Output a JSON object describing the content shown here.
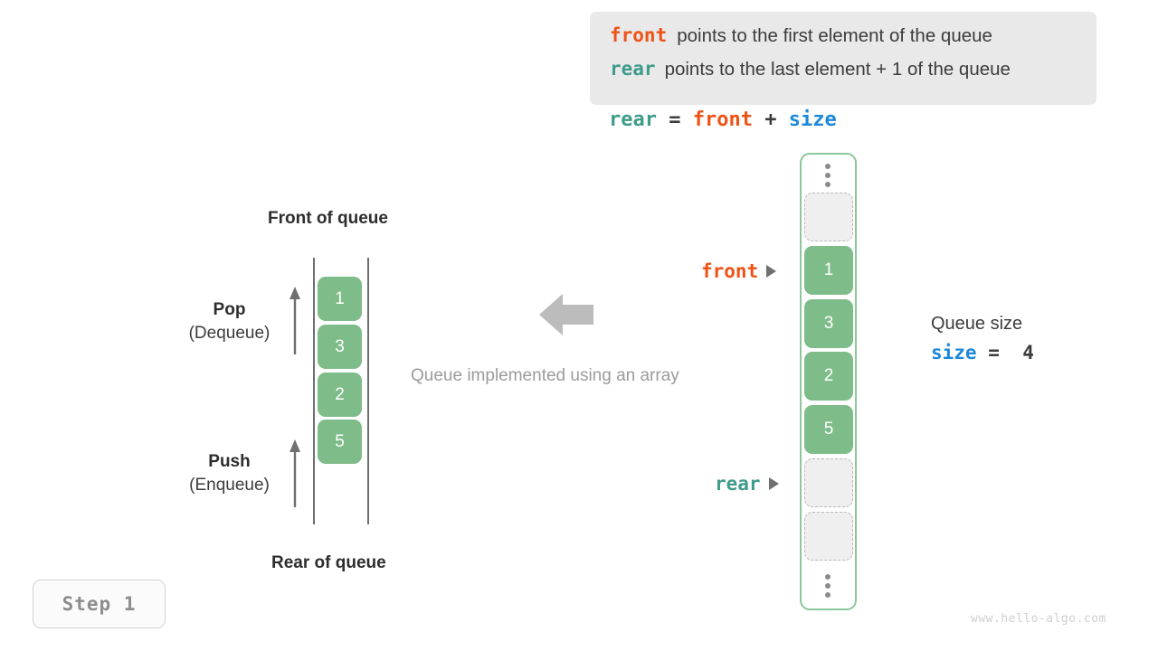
{
  "note": {
    "lines": [
      {
        "keyword": "front",
        "text": "points to the first element of the queue",
        "color": "#ee5316"
      },
      {
        "keyword": "rear",
        "text": "points to the last element + 1 of the queue",
        "color": "#3e9c8a"
      }
    ]
  },
  "formula": {
    "lhs": "rear",
    "eq": "=",
    "rhs1": "front",
    "plus": "+",
    "rhs2": "size"
  },
  "left_queue": {
    "front_label": "Front of queue",
    "rear_label": "Rear of queue",
    "cells": [
      "1",
      "3",
      "2",
      "5"
    ],
    "pop": {
      "title": "Pop",
      "sub": "(Dequeue)"
    },
    "push": {
      "title": "Push",
      "sub": "(Enqueue)"
    }
  },
  "center": {
    "caption": "Queue implemented using an array",
    "arrow_icon": "left-arrow-icon"
  },
  "array": {
    "slots": [
      {
        "kind": "dots"
      },
      {
        "kind": "empty",
        "value": ""
      },
      {
        "kind": "filled",
        "value": "1"
      },
      {
        "kind": "filled",
        "value": "3"
      },
      {
        "kind": "filled",
        "value": "2"
      },
      {
        "kind": "filled",
        "value": "5"
      },
      {
        "kind": "empty",
        "value": ""
      },
      {
        "kind": "empty",
        "value": ""
      },
      {
        "kind": "dots"
      }
    ],
    "pointers": [
      {
        "name": "front",
        "label": "front",
        "color": "#ee5316"
      },
      {
        "name": "rear",
        "label": "rear",
        "color": "#3e9c8a"
      }
    ]
  },
  "size_info": {
    "title": "Queue size",
    "name": "size",
    "eq": "=",
    "value": "4"
  },
  "step": {
    "label": "Step 1"
  },
  "watermark": {
    "text": "www.hello-algo.com"
  },
  "colors": {
    "cell_green": "#7ebc89",
    "array_border": "#8cc79a",
    "front": "#ee5316",
    "rear": "#3e9c8a",
    "size": "#1e88d8",
    "note_bg": "#e9e9e9",
    "muted": "#9b9b9b"
  }
}
